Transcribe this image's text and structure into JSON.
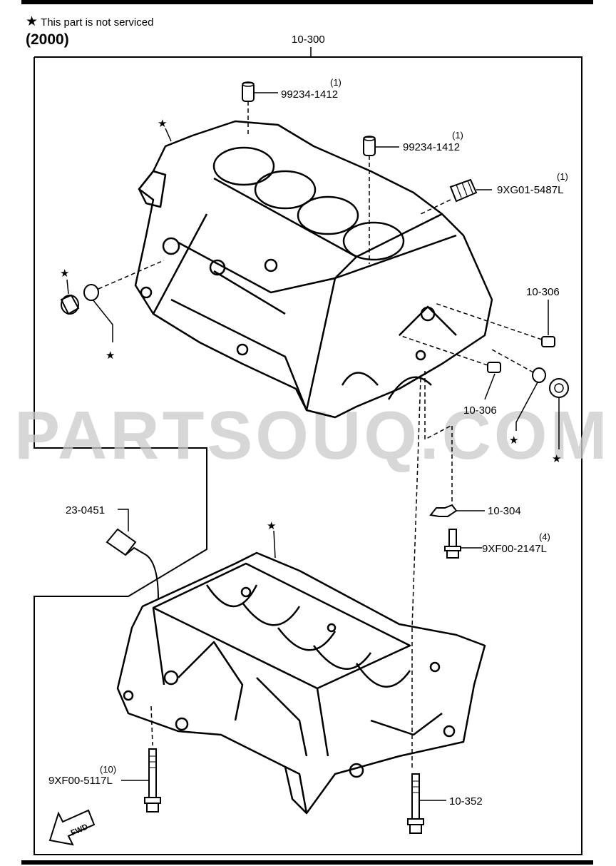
{
  "header": {
    "note_symbol": "★",
    "note_text": "This part is not serviced",
    "group_code": "(2000)"
  },
  "watermark": "PARTSOUQ.COM",
  "labels": {
    "assembly": "10-300",
    "pin_top": "99234-1412",
    "pin_top_qty": "(1)",
    "pin_mid": "99234-1412",
    "pin_mid_qty": "(1)",
    "plug": "9XG01-5487L",
    "plug_qty": "(1)",
    "dowel_right": "10-306",
    "dowel_lower": "10-306",
    "bracket": "10-304",
    "bracket_bolt": "9XF00-2147L",
    "bracket_bolt_qty": "(4)",
    "sensor": "23-0451",
    "main_bolt": "9XF00-5117L",
    "main_bolt_qty": "(10)",
    "side_bolt": "10-352",
    "fwd": "FWD"
  },
  "star_symbol": "★"
}
